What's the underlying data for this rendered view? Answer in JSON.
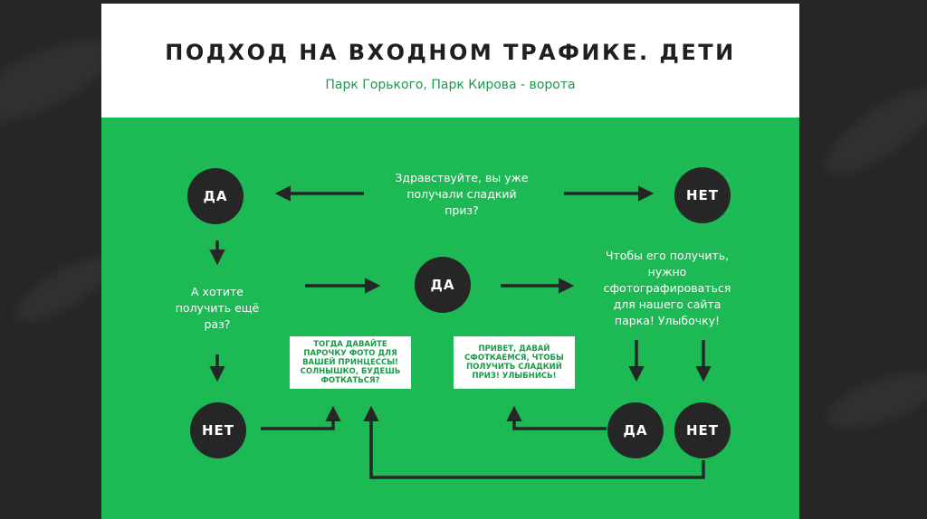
{
  "slide": {
    "title": "ПОДХОД НА ВХОДНОМ ТРАФИКЕ. ДЕТИ",
    "subtitle": "Парк Горького, Парк Кирова - ворота"
  },
  "flow": {
    "question_start": "Здравствуйте, вы уже получали сладкий приз?",
    "node_yes_top": "ДА",
    "node_no_top": "НЕТ",
    "question_again": "А хотите получить ещё раз?",
    "node_yes_mid": "ДА",
    "explain_photo": "Чтобы его получить, нужно сфотографироваться для нашего сайта парка! Улыбочку!",
    "box_princess": "ТОГДА ДАВАЙТЕ ПАРОЧКУ ФОТО ДЛЯ ВАШЕЙ ПРИНЦЕССЫ! СОЛНЫШКО, БУДЕШЬ ФОТКАТЬСЯ?",
    "box_hello": "ПРИВЕТ, ДАВАЙ СФОТКАЕМСЯ, ЧТОБЫ ПОЛУЧИТЬ СЛАДКИЙ ПРИЗ! УЛЫБНИСЬ!",
    "node_no_left": "НЕТ",
    "node_yes_bottom_right": "ДА",
    "node_no_bottom_right": "НЕТ"
  }
}
